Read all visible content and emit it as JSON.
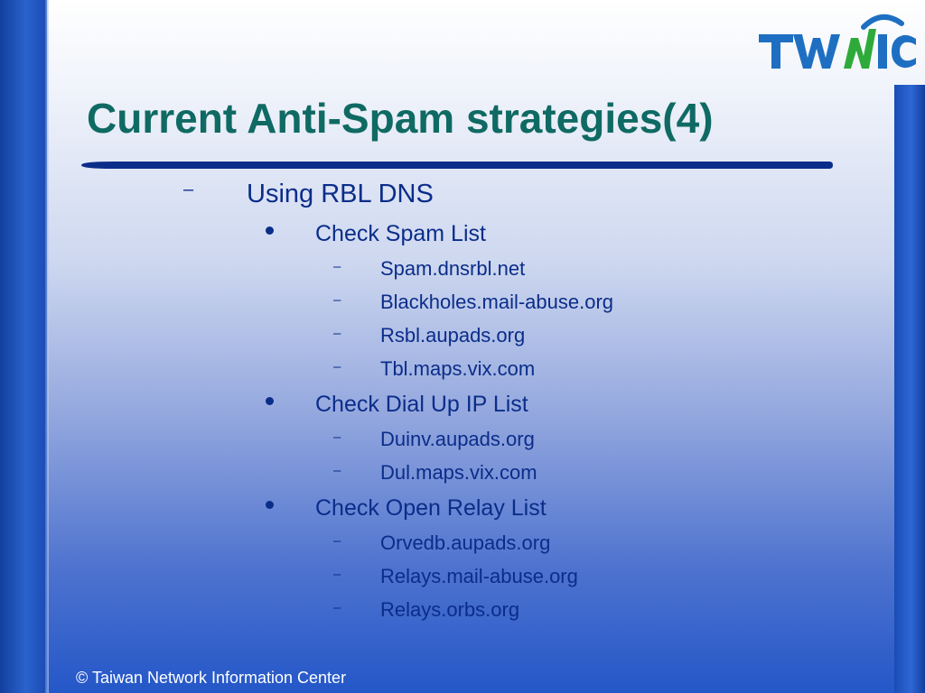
{
  "logo": {
    "text": "TWNIC"
  },
  "title": "Current Anti-Spam strategies(4)",
  "bullets": {
    "main": {
      "marker": "–",
      "label": "Using RBL DNS"
    },
    "spam": {
      "label": "Check Spam List",
      "items": [
        "Spam.dnsrbl.net",
        "Blackholes.mail-abuse.org",
        "Rsbl.aupads.org",
        "Tbl.maps.vix.com"
      ]
    },
    "dialup": {
      "label": "Check Dial Up IP List",
      "items": [
        "Duinv.aupads.org",
        "Dul.maps.vix.com"
      ]
    },
    "relay": {
      "label": "Check Open Relay List",
      "items": [
        "Orvedb.aupads.org",
        "Relays.mail-abuse.org",
        "Relays.orbs.org"
      ]
    },
    "sub_marker": "–"
  },
  "footer": "© Taiwan Network Information Center",
  "colors": {
    "title": "#0f6a63",
    "body_text": "#0b2d8a",
    "logo_blue": "#1e6fc2",
    "logo_green": "#2eaa3a"
  }
}
